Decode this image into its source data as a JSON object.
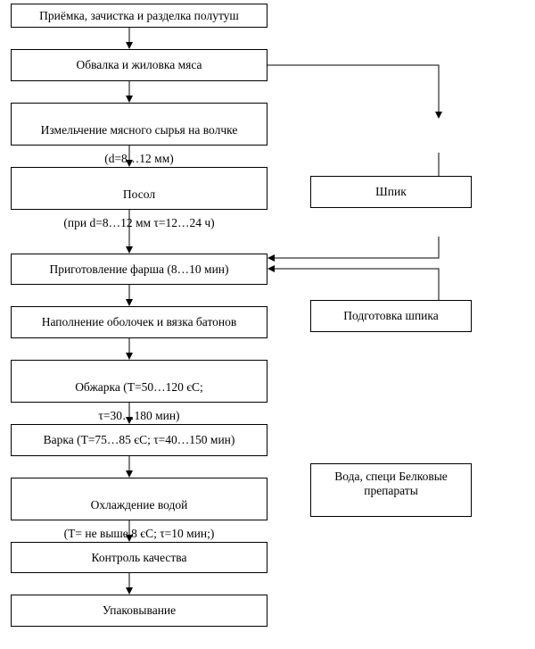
{
  "steps": {
    "s1": "Приёмка, зачистка и разделка полутуш",
    "s2": "Обвалка и жиловка мяса",
    "s3a": "Измельчение мясного сырья на волчке",
    "s3b": "(d=8…12 мм)",
    "s4a": "Посол",
    "s4b": "(при d=8…12 мм τ=12…24 ч)",
    "s5": "Приготовление фарша (8…10 мин)",
    "s6": "Наполнение оболочек и вязка батонов",
    "s7a": "Обжарка (Т=50…120 єС;",
    "s7b": "τ=30…180 мин)",
    "s8": "Варка (Т=75…85 єС; τ=40…150 мин)",
    "s9a": "Охлаждение водой",
    "s9b": "(Т= не выше 8 єС; τ=10 мин;)",
    "s10": "Контроль качества",
    "s11": "Упаковывание"
  },
  "side": {
    "shpik": "Шпик",
    "podgotovka": "Подготовка шпика",
    "voda": "Вода, специ Белковые препараты"
  }
}
